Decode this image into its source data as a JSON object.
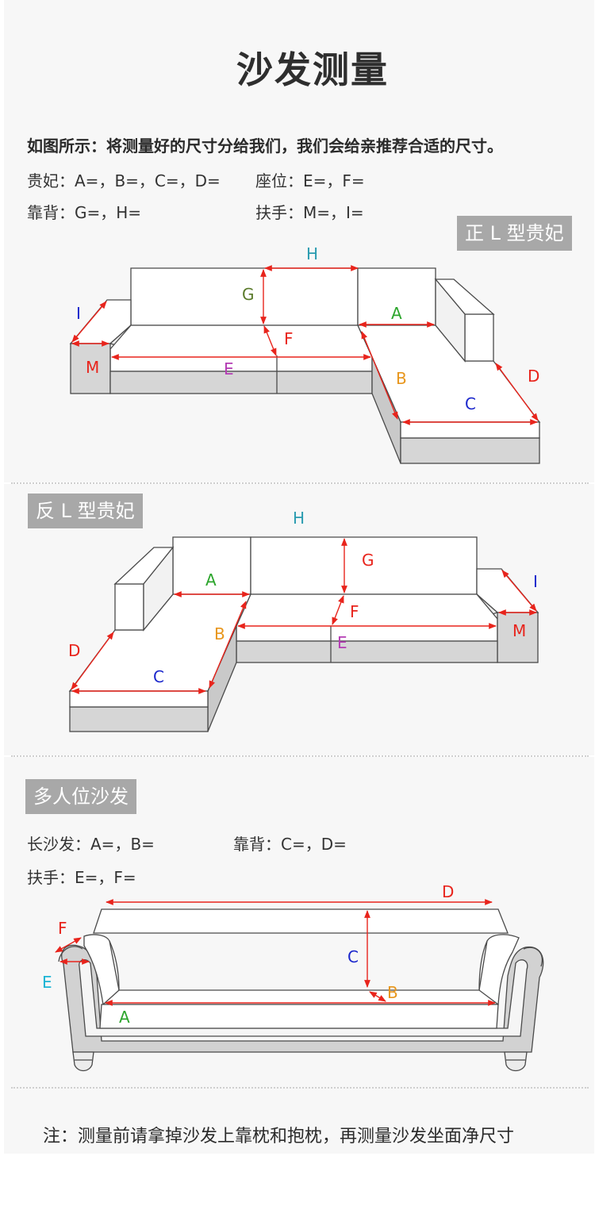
{
  "page": {
    "title": "沙发测量",
    "intro": "如图所示：将测量好的尺寸分给我们，我们会给亲推荐合适的尺寸。",
    "note": "注：测量前请拿掉沙发上靠枕和抱枕，再测量沙发坐面净尺寸"
  },
  "section_l": {
    "spec_lines": [
      "贵妃：A=，B=，C=，D=",
      "座位：E=，F=",
      "靠背：G=，H=",
      "扶手：M=，I="
    ],
    "tag": "正 L 型贵妃"
  },
  "section_rev": {
    "tag": "反 L 型贵妃"
  },
  "section_multi": {
    "tag": "多人位沙发",
    "spec_lines": [
      "长沙发：A=，B=",
      "靠背：C=，D=",
      "扶手：E=，F="
    ]
  },
  "labels": {
    "A": "A",
    "B": "B",
    "C": "C",
    "D": "D",
    "E": "E",
    "F": "F",
    "G": "G",
    "H": "H",
    "I": "I",
    "M": "M"
  },
  "colors": {
    "A": "#2ca52c",
    "B": "#e8961c",
    "C": "#1c28cc",
    "D": "#e8241c",
    "E": "#b43cb4",
    "F": "#e8241c",
    "G": "#5a7a2a",
    "H": "#2a9cb0",
    "I": "#1c28cc",
    "M": "#e8241c",
    "E_multi": "#1cb4d4"
  }
}
